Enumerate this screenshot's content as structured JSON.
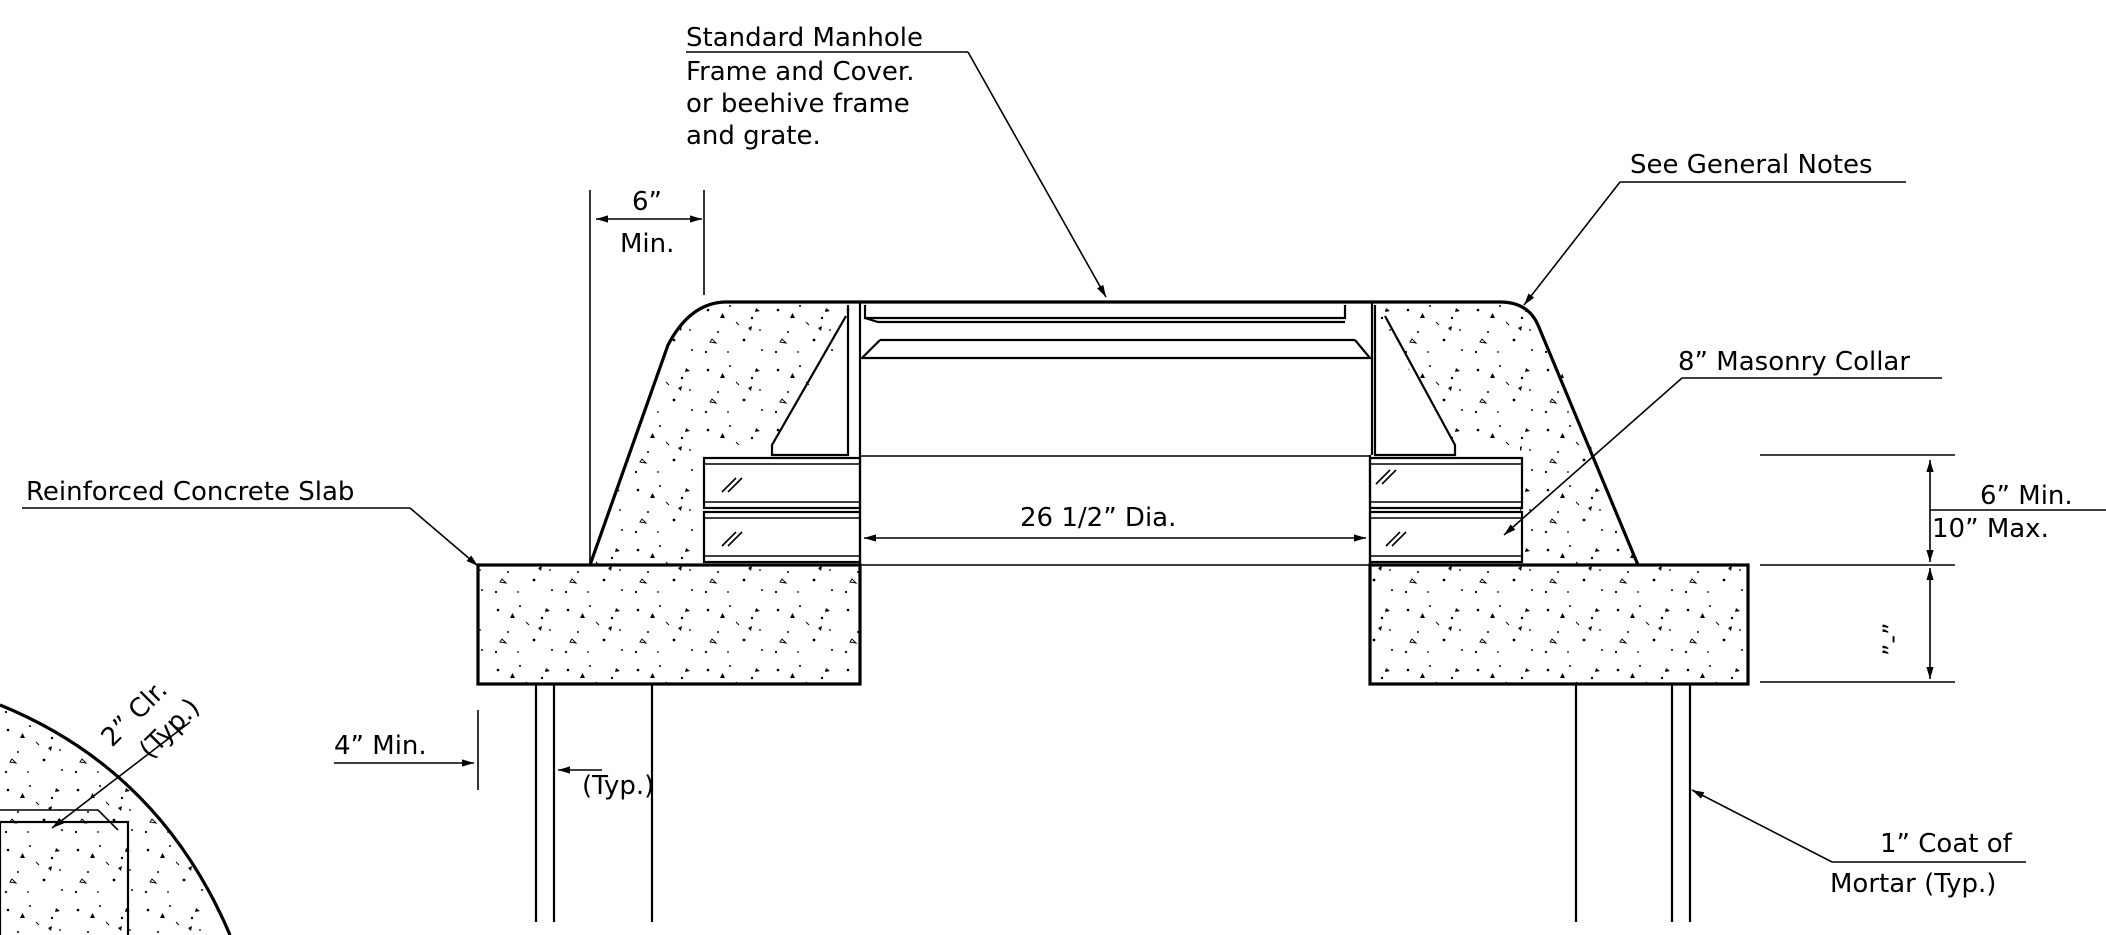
{
  "labels": {
    "manhole": [
      "Standard Manhole",
      "Frame and Cover.",
      "or beehive frame",
      "and grate."
    ],
    "general_notes": "See General Notes",
    "six_min_top": [
      "6”",
      "Min."
    ],
    "masonry_collar": "8” Masonry Collar",
    "slab": "Reinforced Concrete Slab",
    "diameter": "26 1/2” Dia.",
    "collar_height": [
      "6” Min.",
      "10” Max."
    ],
    "four_min": "4” Min.",
    "typ": "(Typ.)",
    "clear": [
      "2” Clr.",
      "(Typ.)"
    ],
    "mortar": [
      "1” Coat of",
      "Mortar (Typ.)"
    ],
    "slab_thickness": "”-”"
  },
  "colors": {
    "ink": "#000000",
    "paper": "#ffffff"
  }
}
